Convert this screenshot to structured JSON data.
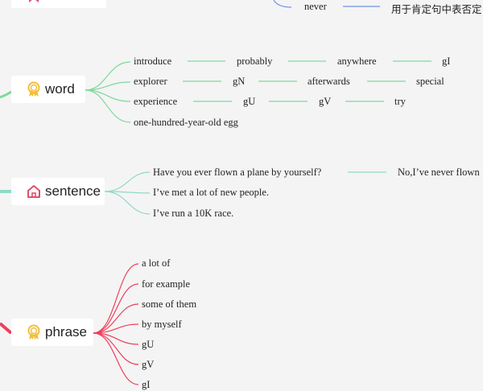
{
  "top": {
    "word": "never",
    "note": "用于肯定句中表否定"
  },
  "word_node": {
    "label": "word",
    "icon": "award-ribbon-icon",
    "items": [
      "introduce",
      "probably",
      "anywhere",
      "gI",
      "explorer",
      "gN",
      "afterwards",
      "special",
      "experience",
      "gU",
      "gV",
      "try",
      "one-hundred-year-old egg"
    ]
  },
  "sentence_node": {
    "label": "sentence",
    "icon": "home-icon",
    "items": [
      "Have you ever flown a plane by yourself?",
      "No,I’ve never flown",
      "I’ve met a lot of new people.",
      "I’ve run a 10K race."
    ]
  },
  "phrase_node": {
    "label": "phrase",
    "icon": "award-ribbon-icon",
    "items": [
      "a lot of",
      "for example",
      "some of them",
      "by myself",
      "gU",
      "gV",
      "gI"
    ]
  },
  "colors": {
    "background": "#f4f4f4",
    "card": "#ffffff",
    "green": "#7ed99a",
    "teal": "#8fd9c8",
    "red": "#ef3f5a",
    "blue": "#6d8fe6",
    "gold": "#f2bd3a",
    "pink_icon": "#e0506a"
  }
}
